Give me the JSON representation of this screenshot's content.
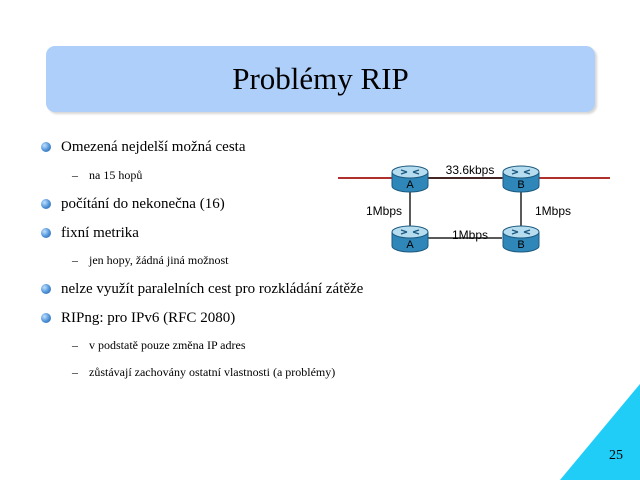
{
  "slide": {
    "title": "Problémy RIP",
    "page_number": "25"
  },
  "bullets": [
    {
      "text": "Omezená nejdelší možná cesta",
      "sub": [
        "na 15 hopů"
      ]
    },
    {
      "text": "počítání do nekonečna (16)",
      "sub": []
    },
    {
      "text": "fixní metrika",
      "sub": [
        "jen hopy, žádná jiná možnost"
      ]
    },
    {
      "text": "nelze využít paralelních cest pro rozkládání zátěže",
      "sub": []
    },
    {
      "text": "RIPng: pro IPv6 (RFC 2080)",
      "sub": [
        "v podstatě pouze změna IP adres",
        "zůstávají zachovány ostatní vlastnosti (a problémy)"
      ]
    }
  ],
  "sub_dash": "–",
  "diagram": {
    "routers": [
      {
        "label": "A"
      },
      {
        "label": "B"
      },
      {
        "label": "A"
      },
      {
        "label": "B"
      }
    ],
    "links": {
      "top": "33.6kbps",
      "bottom": "1Mbps",
      "left": "1Mbps",
      "right": "1Mbps"
    },
    "colors": {
      "network_line": "#b0302e",
      "link_line": "#222222",
      "router_body": "#2f86b8",
      "router_top": "#b6dcef"
    }
  },
  "colors": {
    "title_bg": "#aecffa",
    "corner": "#1fcdf7"
  }
}
